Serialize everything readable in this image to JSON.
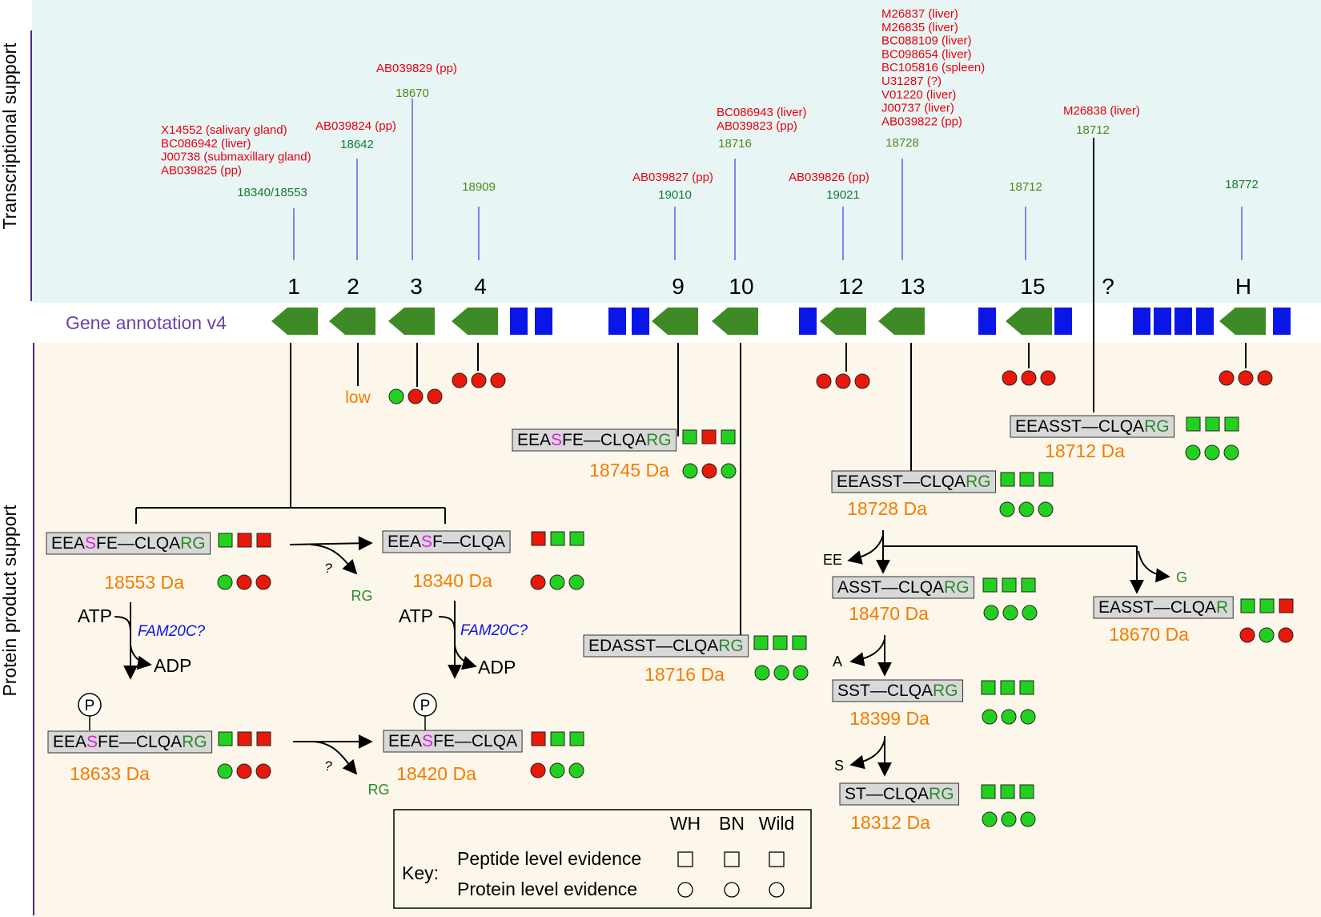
{
  "sections": {
    "transcriptional": "Transcriptional support",
    "protein": "Protein product support",
    "annotation": "Gene annotation v4"
  },
  "colors": {
    "evidence_green": "#22d11f",
    "evidence_red": "#e8180b",
    "exon_green": "#3d8a26",
    "block_blue": "#0a16e6",
    "gene_line": "#7f86e6",
    "phospho_S": "#e21ce6",
    "rg_green": "#2a8a2a"
  },
  "genes": [
    {
      "label": "1",
      "cluster": "18340/18553",
      "transcripts": [
        "X14552 (salivary gland)",
        "BC086942 (liver)",
        "J00738 (submaxillary gland)",
        "AB039825 (pp)"
      ]
    },
    {
      "label": "2",
      "cluster": "18642",
      "transcripts": [
        "AB039824 (pp)"
      ]
    },
    {
      "label": "3",
      "cluster": "18670",
      "transcripts": [
        "AB039829 (pp)"
      ]
    },
    {
      "label": "4",
      "cluster": "18909",
      "transcripts": []
    },
    {
      "label": "9",
      "cluster": "19010",
      "transcripts": [
        "AB039827 (pp)"
      ]
    },
    {
      "label": "10",
      "cluster": "18716",
      "transcripts": [
        "BC086943 (liver)",
        "AB039823 (pp)"
      ]
    },
    {
      "label": "12",
      "cluster": "19021",
      "transcripts": [
        "AB039826 (pp)"
      ]
    },
    {
      "label": "13",
      "cluster": "18728",
      "transcripts": [
        "M26837 (liver)",
        "M26835 (liver)",
        "BC088109 (liver)",
        "BC098654 (liver)",
        "BC105816 (spleen)",
        "U31287 (?)",
        "V01220 (liver)",
        "J00737 (liver)",
        "AB039822 (pp)"
      ]
    },
    {
      "label": "15",
      "cluster": "18712",
      "transcripts": []
    },
    {
      "label": "?",
      "cluster": "18712",
      "transcripts": [
        "M26838 (liver)"
      ]
    },
    {
      "label": "H",
      "cluster": "18772",
      "transcripts": []
    }
  ],
  "gene_evidence": [
    {
      "gene": "2",
      "text": "low"
    },
    {
      "gene": "3",
      "circles": [
        "G",
        "R",
        "R"
      ]
    },
    {
      "gene": "4",
      "circles": [
        "R",
        "R",
        "R"
      ]
    },
    {
      "gene": "12",
      "circles": [
        "R",
        "R",
        "R"
      ]
    },
    {
      "gene": "15",
      "circles": [
        "R",
        "R",
        "R"
      ]
    },
    {
      "gene": "H",
      "circles": [
        "R",
        "R",
        "R"
      ]
    }
  ],
  "peptides": [
    {
      "id": "p18745",
      "seq": [
        [
          "EEA",
          "k"
        ],
        [
          "S",
          "m"
        ],
        [
          "FE",
          "k"
        ],
        [
          "—",
          "k"
        ],
        [
          "CLQA",
          "k"
        ],
        [
          "RG",
          "g"
        ]
      ],
      "mass": "18745 Da",
      "squares": [
        "G",
        "R",
        "G"
      ],
      "circles": [
        "G",
        "R",
        "G"
      ]
    },
    {
      "id": "p18716",
      "seq": [
        [
          "EDASST",
          "k"
        ],
        [
          "—",
          "k"
        ],
        [
          "CLQA",
          "k"
        ],
        [
          "RG",
          "g"
        ]
      ],
      "mass": "18716 Da",
      "squares": [
        "G",
        "G",
        "G"
      ],
      "circles": [
        "G",
        "G",
        "G"
      ]
    },
    {
      "id": "p18553",
      "seq": [
        [
          "EEA",
          "k"
        ],
        [
          "S",
          "m"
        ],
        [
          "FE",
          "k"
        ],
        [
          "—",
          "k"
        ],
        [
          "CLQA",
          "k"
        ],
        [
          "RG",
          "g"
        ]
      ],
      "mass": "18553 Da",
      "squares": [
        "G",
        "R",
        "R"
      ],
      "circles": [
        "G",
        "R",
        "R"
      ]
    },
    {
      "id": "p18340",
      "seq": [
        [
          "EEA",
          "k"
        ],
        [
          "S",
          "m"
        ],
        [
          "F",
          "k"
        ],
        [
          "—",
          "k"
        ],
        [
          "CLQA",
          "k"
        ]
      ],
      "mass": "18340 Da",
      "squares": [
        "R",
        "G",
        "G"
      ],
      "circles": [
        "R",
        "G",
        "G"
      ]
    },
    {
      "id": "p18633",
      "seq": [
        [
          "EEA",
          "k"
        ],
        [
          "S",
          "m"
        ],
        [
          "FE",
          "k"
        ],
        [
          "—",
          "k"
        ],
        [
          "CLQA",
          "k"
        ],
        [
          "RG",
          "g"
        ]
      ],
      "mass": "18633 Da",
      "squares": [
        "G",
        "R",
        "R"
      ],
      "circles": [
        "G",
        "R",
        "R"
      ]
    },
    {
      "id": "p18420",
      "seq": [
        [
          "EEA",
          "k"
        ],
        [
          "S",
          "m"
        ],
        [
          "FE",
          "k"
        ],
        [
          "—",
          "k"
        ],
        [
          "CLQA",
          "k"
        ]
      ],
      "mass": "18420 Da",
      "squares": [
        "R",
        "G",
        "G"
      ],
      "circles": [
        "R",
        "G",
        "G"
      ]
    },
    {
      "id": "p18728",
      "seq": [
        [
          "EEASST",
          "k"
        ],
        [
          "—",
          "k"
        ],
        [
          "CLQA",
          "k"
        ],
        [
          "RG",
          "g"
        ]
      ],
      "mass": "18728 Da",
      "squares": [
        "G",
        "G",
        "G"
      ],
      "circles": [
        "G",
        "G",
        "G"
      ]
    },
    {
      "id": "p18712",
      "seq": [
        [
          "EEASST",
          "k"
        ],
        [
          "—",
          "k"
        ],
        [
          "CLQA",
          "k"
        ],
        [
          "RG",
          "g"
        ]
      ],
      "mass": "18712 Da",
      "squares": [
        "G",
        "G",
        "G"
      ],
      "circles": [
        "G",
        "G",
        "G"
      ]
    },
    {
      "id": "p18470",
      "seq": [
        [
          "ASST",
          "k"
        ],
        [
          "—",
          "k"
        ],
        [
          "CLQA",
          "k"
        ],
        [
          "RG",
          "g"
        ]
      ],
      "mass": "18470 Da",
      "squares": [
        "G",
        "G",
        "G"
      ],
      "circles": [
        "G",
        "G",
        "G"
      ]
    },
    {
      "id": "p18670",
      "seq": [
        [
          "EASST",
          "k"
        ],
        [
          "—",
          "k"
        ],
        [
          "CLQA",
          "k"
        ],
        [
          "R",
          "g"
        ]
      ],
      "mass": "18670 Da",
      "squares": [
        "G",
        "G",
        "R"
      ],
      "circles": [
        "R",
        "G",
        "R"
      ]
    },
    {
      "id": "p18399",
      "seq": [
        [
          "SST",
          "k"
        ],
        [
          "—",
          "k"
        ],
        [
          "CLQA",
          "k"
        ],
        [
          "RG",
          "g"
        ]
      ],
      "mass": "18399 Da",
      "squares": [
        "G",
        "G",
        "G"
      ],
      "circles": [
        "G",
        "G",
        "G"
      ]
    },
    {
      "id": "p18312",
      "seq": [
        [
          "ST",
          "k"
        ],
        [
          "—",
          "k"
        ],
        [
          "CLQA",
          "k"
        ],
        [
          "RG",
          "g"
        ]
      ],
      "mass": "18312 Da",
      "squares": [
        "G",
        "G",
        "G"
      ],
      "circles": [
        "G",
        "G",
        "G"
      ]
    }
  ],
  "reactions": {
    "atp": "ATP",
    "adp": "ADP",
    "enzyme": "FAM20C?",
    "question": "?",
    "rg": "RG",
    "phospho": "P",
    "cleave_ee": "EE",
    "cleave_a": "A",
    "cleave_s": "S",
    "cleave_g": "G"
  },
  "key": {
    "title": "Key:",
    "columns": [
      "WH",
      "BN",
      "Wild"
    ],
    "rows": [
      "Peptide level evidence",
      "Protein level evidence"
    ]
  }
}
